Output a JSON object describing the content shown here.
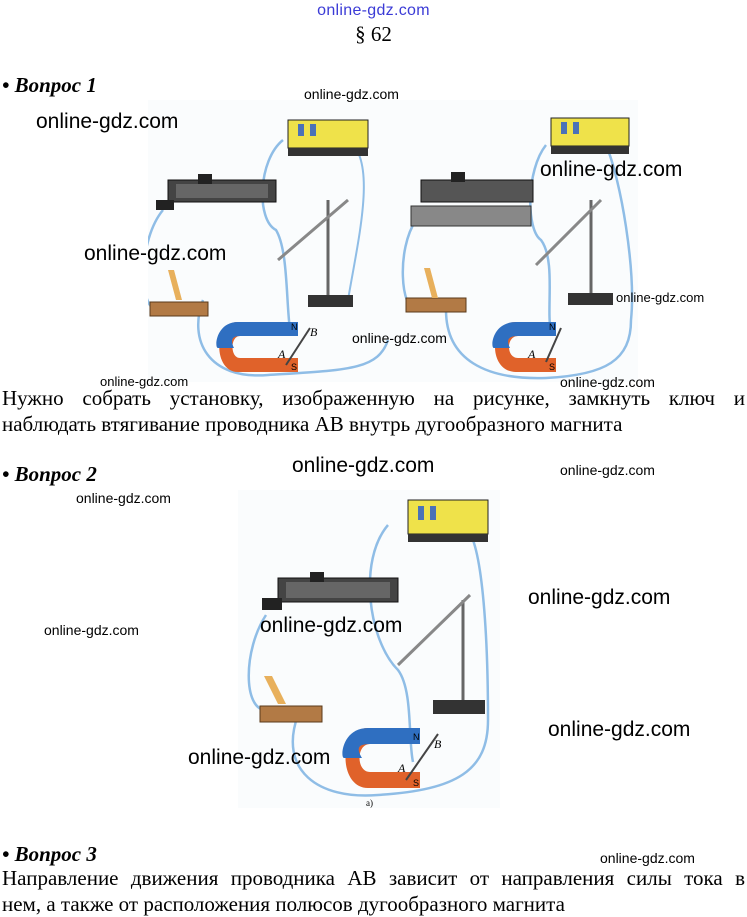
{
  "header": {
    "site": "online-gdz.com",
    "paragraph": "§ 62"
  },
  "questions": [
    {
      "title": "• Вопрос 1",
      "answer_lines": [
        "Нужно собрать установку, изображенную на рисунке, замкнуть ключ и",
        "наблюдать втягивание проводника АВ внутрь дугообразного магнита"
      ]
    },
    {
      "title": "• Вопрос 2"
    },
    {
      "title": "• Вопрос 3",
      "answer_lines": [
        "Направление движения проводника АВ зависит от направления силы тока в",
        "нем, а также от расположения полюсов дугообразного магнита"
      ]
    }
  ],
  "figure_labels": {
    "a": "A",
    "b": "B",
    "n": "N",
    "s": "S",
    "caption": "а)"
  },
  "watermark": "online-gdz.com",
  "colors": {
    "wire": "#8fbde6",
    "magnet_blue": "#2f6fc1",
    "magnet_orange": "#e0622a",
    "battery": "#efe24a",
    "header_link": "#3b3bd6"
  }
}
